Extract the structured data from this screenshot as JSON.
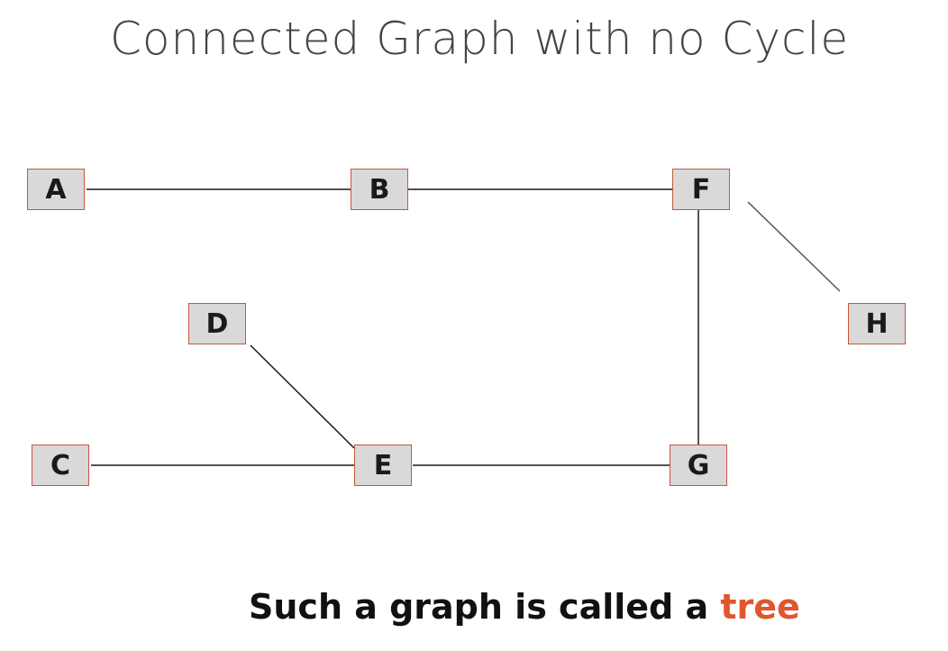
{
  "title": "Connected Graph with no Cycle",
  "caption": {
    "prefix": "Such a graph is called a ",
    "highlight": "tree"
  },
  "colors": {
    "node_fill": "#d9d9d9",
    "node_border": "#c8563a",
    "edge": "#1a1a1a",
    "accent": "#e0572d"
  },
  "nodes": [
    {
      "id": "A",
      "label": "A"
    },
    {
      "id": "B",
      "label": "B"
    },
    {
      "id": "F",
      "label": "F"
    },
    {
      "id": "D",
      "label": "D"
    },
    {
      "id": "H",
      "label": "H"
    },
    {
      "id": "C",
      "label": "C"
    },
    {
      "id": "E",
      "label": "E"
    },
    {
      "id": "G",
      "label": "G"
    }
  ],
  "edges": [
    {
      "from": "A",
      "to": "B"
    },
    {
      "from": "B",
      "to": "F"
    },
    {
      "from": "F",
      "to": "H"
    },
    {
      "from": "F",
      "to": "G"
    },
    {
      "from": "D",
      "to": "E"
    },
    {
      "from": "C",
      "to": "E"
    },
    {
      "from": "E",
      "to": "G"
    }
  ]
}
